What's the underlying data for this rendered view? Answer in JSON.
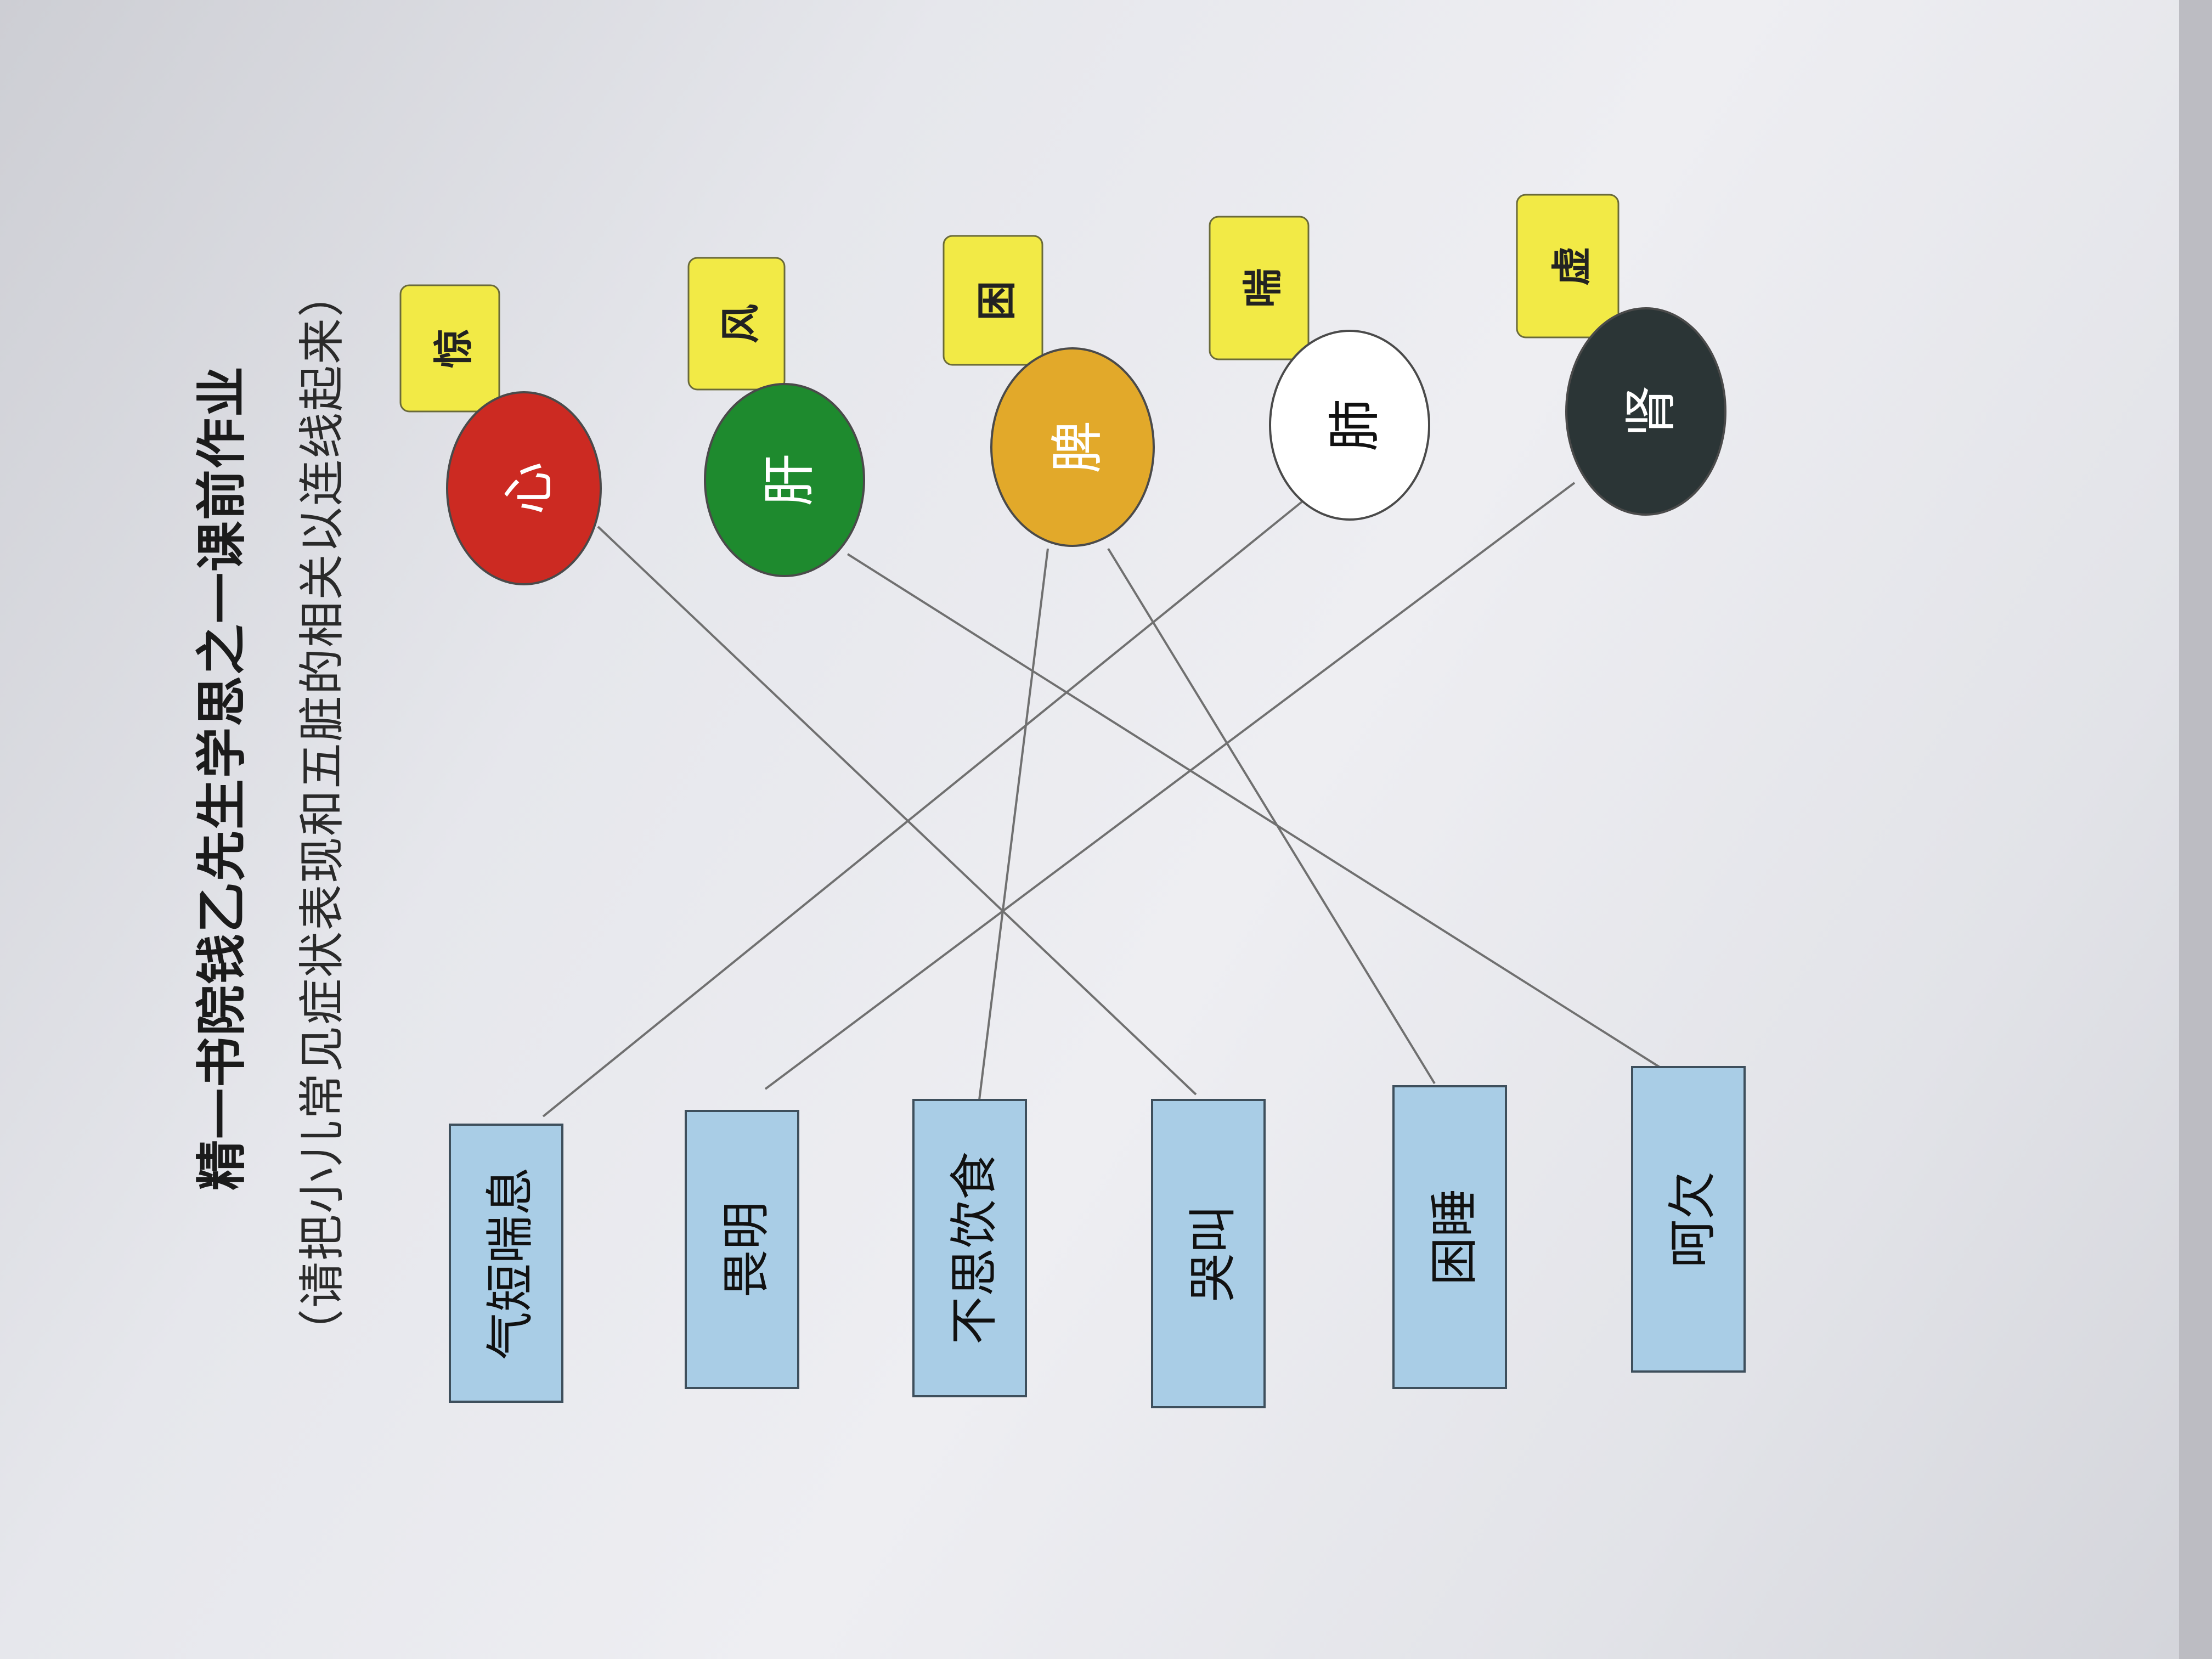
{
  "title": "精一书院钱乙先生学思之一课前作业",
  "subtitle": "（请把小儿常见症状表现和五脏的相关以连线起来）",
  "organs": [
    {
      "label": "心",
      "tag": "惊",
      "color": "#cc2a22",
      "text_color": "#ffffff"
    },
    {
      "label": "肝",
      "tag": "风",
      "color": "#1e8a2e",
      "text_color": "#ffffff"
    },
    {
      "label": "脾",
      "tag": "困",
      "color": "#e2a92a",
      "text_color": "#ffffff"
    },
    {
      "label": "肺",
      "tag": "喘",
      "color": "#ffffff",
      "text_color": "#111111"
    },
    {
      "label": "肾",
      "tag": "虚",
      "color": "#2b3536",
      "text_color": "#ffffff"
    }
  ],
  "symptoms": [
    {
      "label": "气短喘息"
    },
    {
      "label": "畏明"
    },
    {
      "label": "不思饮食"
    },
    {
      "label": "哭叫"
    },
    {
      "label": "困睡"
    },
    {
      "label": "呵欠"
    }
  ],
  "connections": [
    {
      "organ": "心",
      "symptom": "哭叫"
    },
    {
      "organ": "肝",
      "symptom": "呵欠"
    },
    {
      "organ": "脾",
      "symptom": "不思饮食"
    },
    {
      "organ": "脾",
      "symptom": "困睡"
    },
    {
      "organ": "肺",
      "symptom": "气短喘息"
    },
    {
      "organ": "肾",
      "symptom": "畏明"
    }
  ],
  "colors": {
    "tag_fill": "#f2ea46",
    "symptom_fill": "#a9cde6",
    "line": "#707070"
  }
}
